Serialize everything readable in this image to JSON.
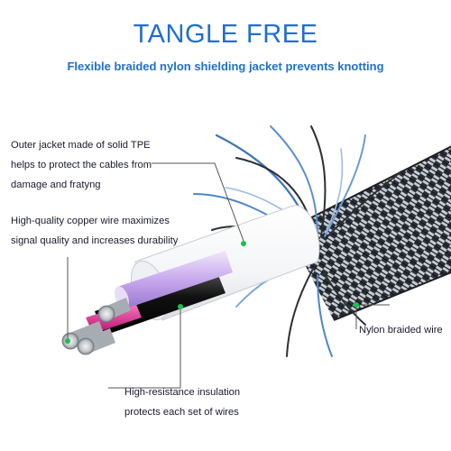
{
  "header": {
    "title": "TANGLE FREE",
    "subtitle": "Flexible braided nylon shielding jacket prevents knotting"
  },
  "callouts": {
    "outer_jacket": {
      "lines": [
        "Outer jacket made of solid TPE",
        "helps to protect the cables from",
        "damage and fratyng"
      ]
    },
    "copper_wire": {
      "lines": [
        "High-quality copper wire maximizes",
        "signal quality and increases durability"
      ]
    },
    "nylon_braid": {
      "lines": [
        "Nylon braided wire"
      ]
    },
    "insulation": {
      "lines": [
        "High-resistance insulation",
        "protects each set of wires"
      ]
    }
  },
  "colors": {
    "title": "#1f6fd1",
    "subtitle": "#1f6fd1",
    "callout_text": "#1a1a2e",
    "leader_line": "#555555",
    "marker_dot": "#1bbf4a",
    "braid_dark": "#2b2f36",
    "braid_light": "#c9cdd3",
    "strands": "#3f76b6",
    "jacket": "#ffffff",
    "wire_violet": "#c7a9ee",
    "wire_pink": "#e0258f",
    "wire_black": "#111111",
    "copper_silver": "#bfc3c8"
  }
}
